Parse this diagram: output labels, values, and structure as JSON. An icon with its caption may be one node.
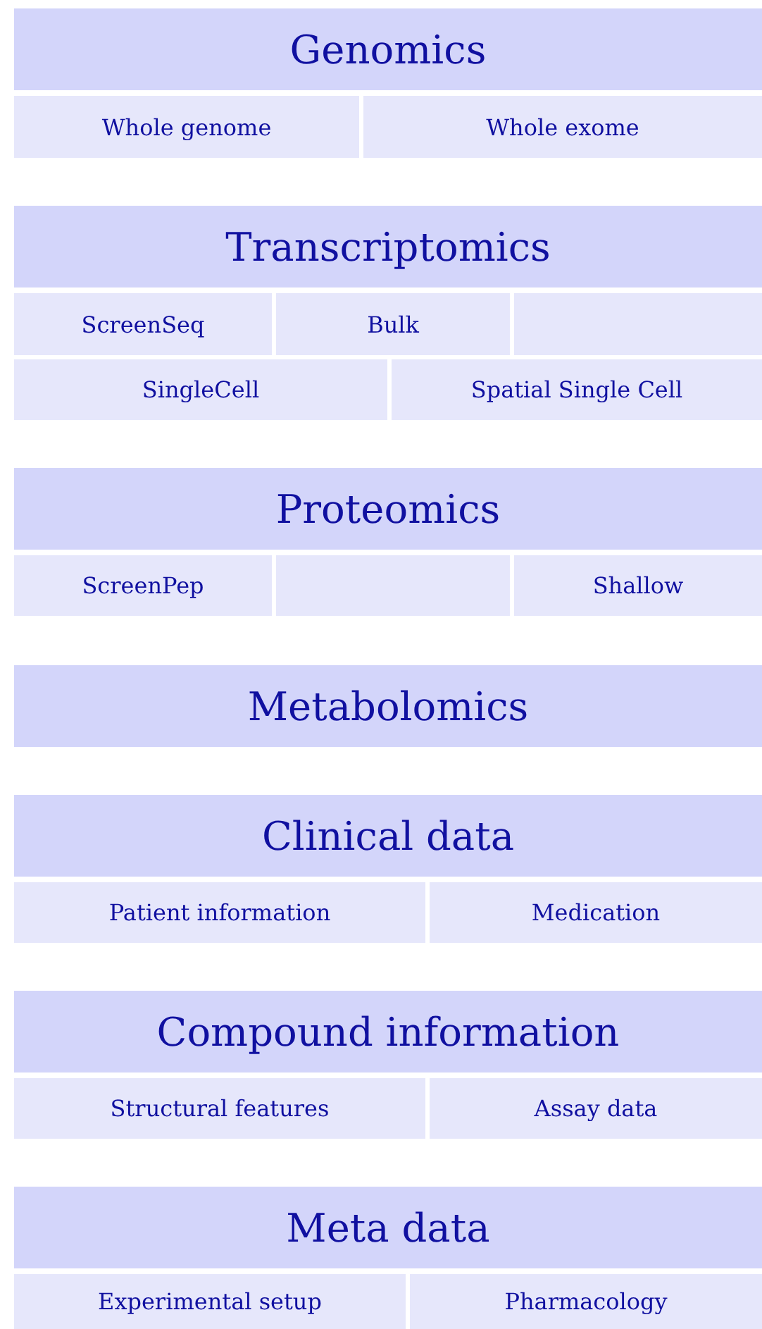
{
  "diagram": {
    "nodes": [
      {
        "text": [
          "Genomics"
        ]
      },
      {
        "text": [
          "Whole genome"
        ]
      },
      {
        "text": [
          "Whole exome"
        ]
      },
      {
        "text": [
          "Transcriptomics"
        ]
      },
      {
        "text": [
          "ScreenSeq"
        ]
      },
      {
        "text": [
          "Bulk"
        ]
      },
      {
        "text": [],
        "shape": "box"
      },
      {
        "text": [
          "SingleCell"
        ]
      },
      {
        "text": [
          "Spatial Single Cell"
        ]
      },
      {
        "text": [
          "Proteomics"
        ]
      },
      {
        "text": [
          "ScreenPep"
        ]
      },
      {
        "text": [],
        "shape": "box"
      },
      {
        "text": [
          "Shallow"
        ]
      },
      {
        "text": [
          "Metabolomics"
        ]
      },
      {
        "text": [
          "Clinical data"
        ]
      },
      {
        "text": [
          "Patient information"
        ]
      },
      {
        "text": [
          "Medication"
        ]
      },
      {
        "text": [
          "Compound information"
        ]
      },
      {
        "text": [
          "Structural features"
        ]
      },
      {
        "text": [
          "Assay data"
        ]
      },
      {
        "text": [
          "Meta data"
        ]
      },
      {
        "text": [
          "Experimental setup"
        ]
      },
      {
        "text": [
          "Pharmacology"
        ]
      }
    ]
  }
}
